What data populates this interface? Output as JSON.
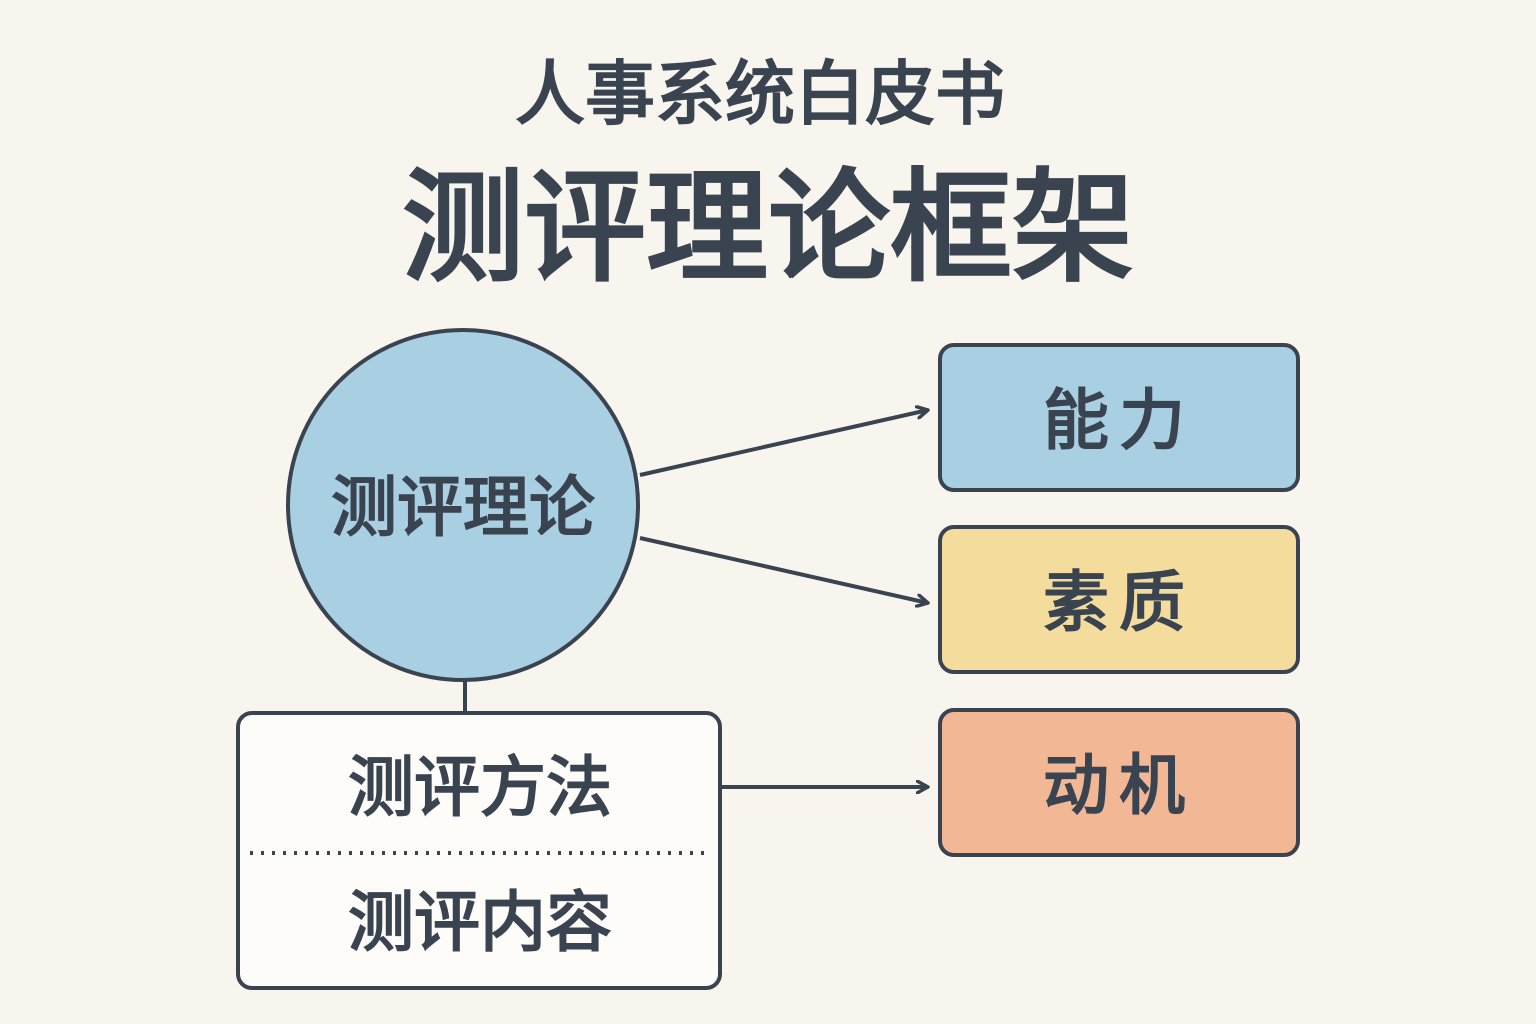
{
  "header": {
    "subtitle": "人事系统白皮书",
    "title": "测评理论框架"
  },
  "center_node": {
    "label": "测评理论",
    "color": "#a9cfe3"
  },
  "method_box": {
    "top_label": "测评方法",
    "bottom_label": "测评内容"
  },
  "targets": [
    {
      "label": "能力",
      "color": "#a9cfe3"
    },
    {
      "label": "素质",
      "color": "#f3dc9c"
    },
    {
      "label": "动机",
      "color": "#f2b896"
    }
  ],
  "colors": {
    "background": "#f8f5ee",
    "stroke": "#3a4350",
    "box_white": "#fdfcf8"
  }
}
